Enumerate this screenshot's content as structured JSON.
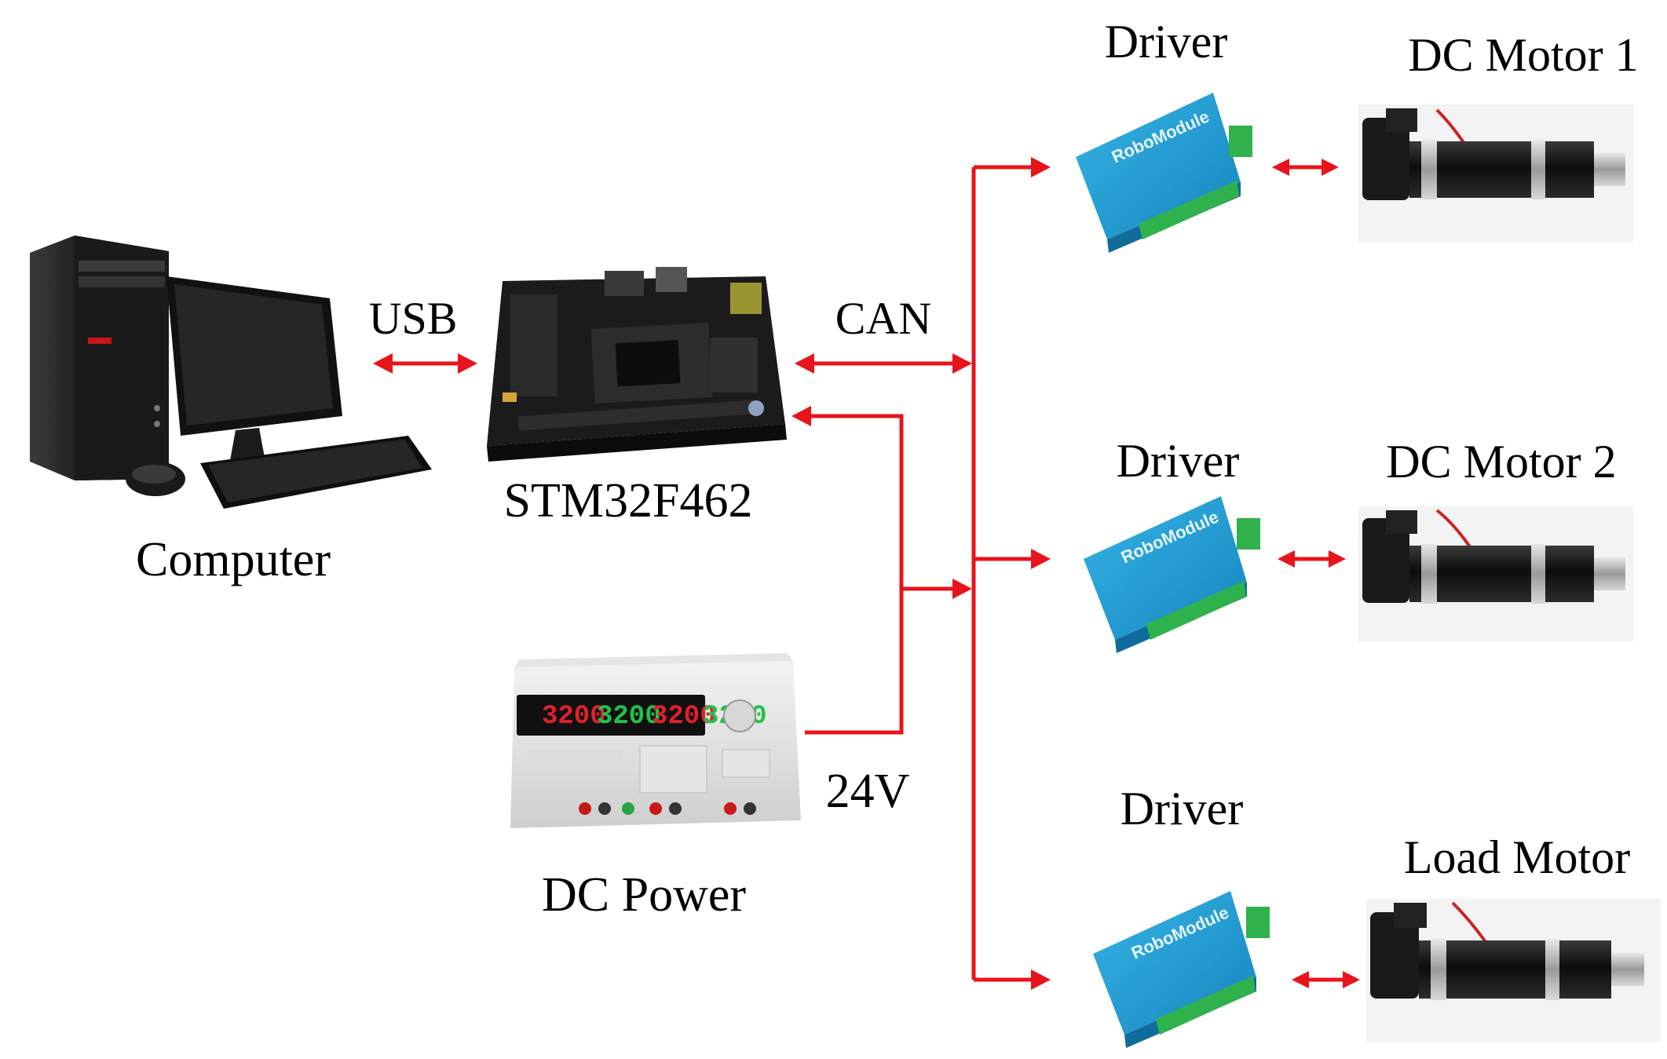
{
  "labels": {
    "computer": "Computer",
    "usb": "USB",
    "board": "STM32F462",
    "can": "CAN",
    "power": "DC Power",
    "voltage": "24V",
    "driver1": "Driver",
    "driver2": "Driver",
    "driver3": "Driver",
    "motor1": "DC Motor 1",
    "motor2": "DC Motor 2",
    "motor3": "Load Motor"
  },
  "device_text": {
    "driver_brand": "RoboModule",
    "power_display": [
      "3200",
      "3200",
      "3200",
      "3200"
    ]
  },
  "colors": {
    "wire": "#e8141b",
    "driver": "#1e9fd6",
    "terminal": "#2fb24c",
    "board": "#1c1c1c",
    "motor": "#151515"
  }
}
